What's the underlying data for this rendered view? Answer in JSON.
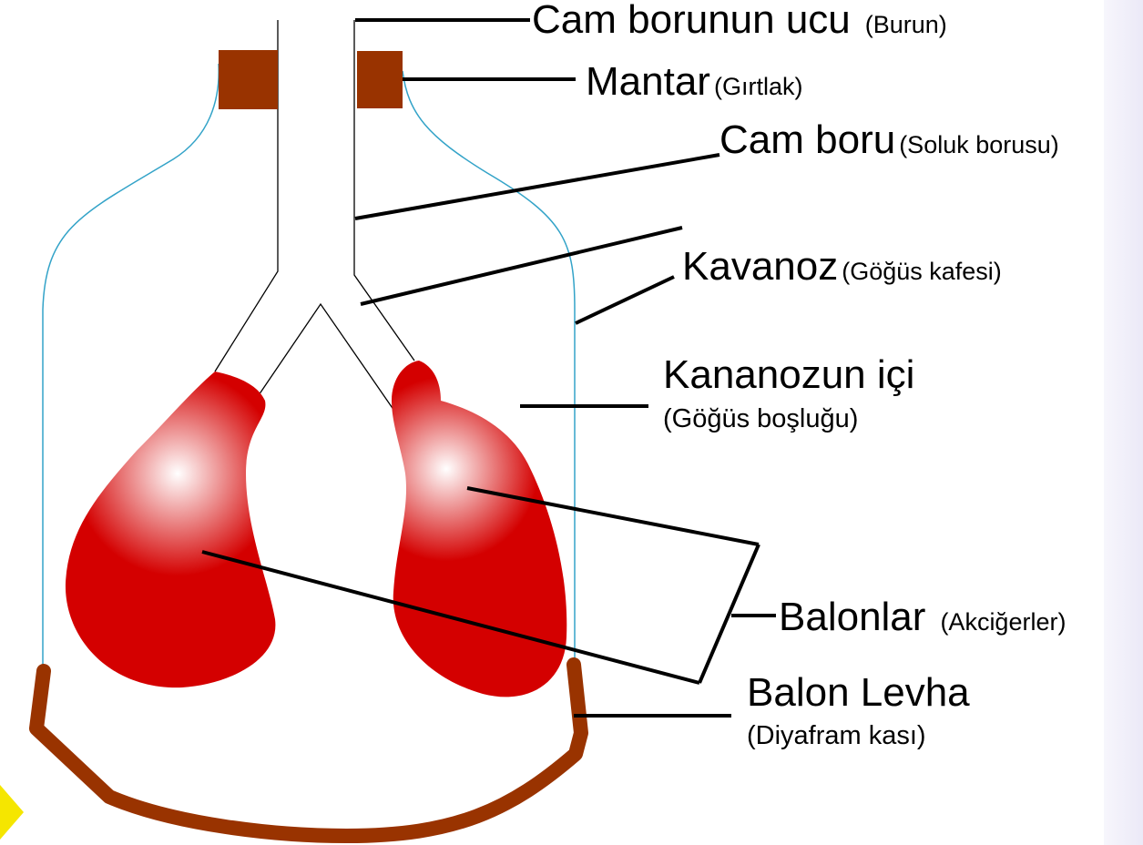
{
  "diagram": {
    "labels": {
      "nose": {
        "main": "Cam borunun ucu",
        "sub": "(Burun)"
      },
      "cork": {
        "main": "Mantar",
        "sub": "(Gırtlak)"
      },
      "tube": {
        "main": "Cam boru",
        "sub": "(Soluk borusu)"
      },
      "jar": {
        "main": "Kavanoz",
        "sub": "(Göğüs kafesi)"
      },
      "jar_inside": {
        "main": "Kananozun içi",
        "sub": "(Göğüs boşluğu)"
      },
      "balloons": {
        "main": "Balonlar",
        "sub": "(Akciğerler)"
      },
      "membrane": {
        "main": "Balon Levha",
        "sub": "(Diyafram kası)"
      }
    },
    "colors": {
      "lung": "#d40000",
      "lung_highlight": "#ffffff",
      "cork": "#993300",
      "diaphragm": "#993300",
      "jar_outline": "#33a3c8",
      "tube_outline": "#000000",
      "side_band": "#f0effa",
      "corner_marker": "#f5e600"
    }
  }
}
